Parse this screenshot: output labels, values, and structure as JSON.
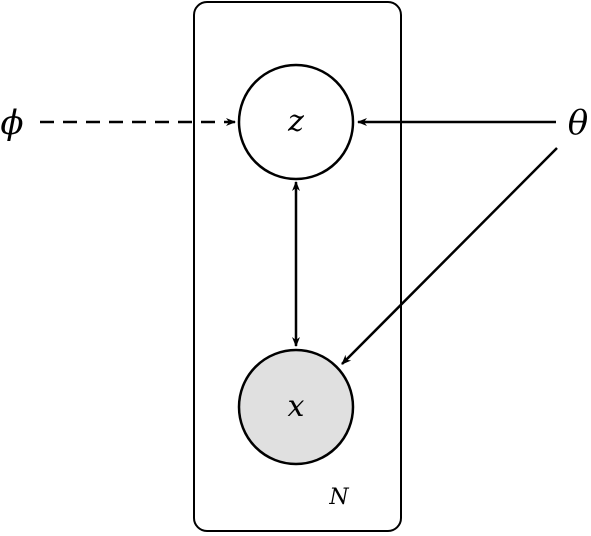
{
  "diagram": {
    "nodes": {
      "z": {
        "label": "z",
        "observed": false
      },
      "x": {
        "label": "x",
        "observed": true
      }
    },
    "external": {
      "phi": {
        "label": "ϕ"
      },
      "theta": {
        "label": "θ"
      }
    },
    "plate": {
      "label": "N"
    },
    "edges": [
      {
        "from": "phi",
        "to": "z",
        "style": "dashed",
        "directed": true
      },
      {
        "from": "theta",
        "to": "z",
        "style": "solid",
        "directed": true
      },
      {
        "from": "theta",
        "to": "x",
        "style": "solid",
        "directed": true
      },
      {
        "from": "z",
        "to": "x",
        "style": "solid",
        "directed": true,
        "bidirectional": true
      }
    ],
    "colors": {
      "observed_fill": "#e0e0e0",
      "latent_fill": "#ffffff",
      "stroke": "#000000"
    }
  }
}
